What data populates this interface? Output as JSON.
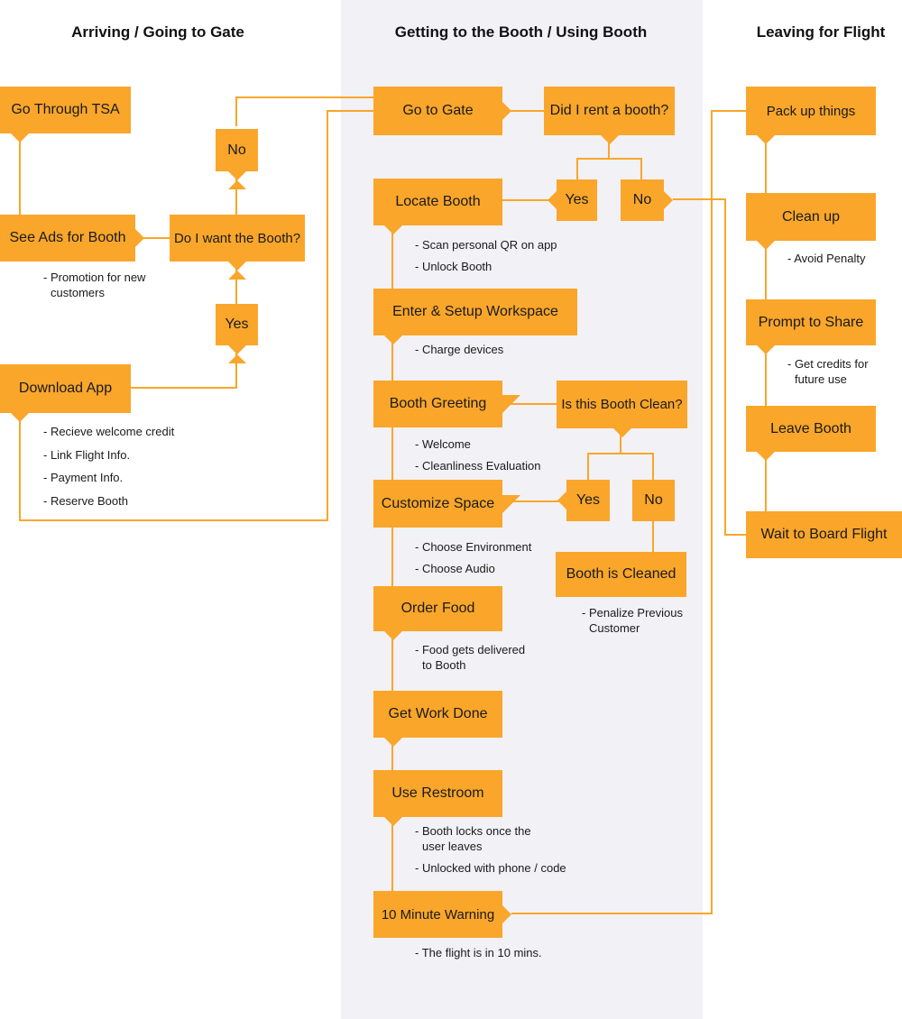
{
  "lanes": {
    "arriving": "Arriving / Going to Gate",
    "booth": "Getting to the Booth / Using Booth",
    "leaving": "Leaving for Flight"
  },
  "nodes": {
    "tsa": "Go Through TSA",
    "see_ads": "See Ads for Booth",
    "want_booth": "Do I want the Booth?",
    "no_want": "No",
    "yes_want": "Yes",
    "download_app": "Download App",
    "go_gate": "Go to Gate",
    "rented": "Did I rent a booth?",
    "yes_rented": "Yes",
    "no_rented": "No",
    "locate": "Locate Booth",
    "enter": "Enter & Setup Workspace",
    "greeting": "Booth Greeting",
    "clean_q": "Is this Booth Clean?",
    "yes_clean": "Yes",
    "no_clean": "No",
    "customize": "Customize Space",
    "cleaned": "Booth is Cleaned",
    "order": "Order Food",
    "work": "Get Work Done",
    "restroom": "Use Restroom",
    "warning": "10 Minute Warning",
    "pack": "Pack up things",
    "cleanup": "Clean up",
    "share": "Prompt to Share",
    "leave": "Leave Booth",
    "board": "Wait to Board Flight"
  },
  "notes": {
    "ads": [
      "- Promotion for new",
      "customers"
    ],
    "app": [
      "- Recieve welcome credit",
      "- Link Flight Info.",
      "- Payment Info.",
      "- Reserve Booth"
    ],
    "locate": [
      "- Scan personal QR on app",
      "- Unlock Booth"
    ],
    "enter": [
      "- Charge devices"
    ],
    "greeting": [
      "- Welcome",
      "- Cleanliness Evaluation"
    ],
    "customize": [
      "- Choose Environment",
      "- Choose Audio"
    ],
    "cleaned": [
      "- Penalize Previous",
      "Customer"
    ],
    "order": [
      "- Food gets delivered",
      "to Booth"
    ],
    "restroom": [
      "- Booth locks once the",
      "user leaves",
      "- Unlocked with phone / code"
    ],
    "warning": [
      "- The flight is in 10 mins."
    ],
    "cleanup": [
      "- Avoid Penalty"
    ],
    "share": [
      "- Get credits for",
      "future use"
    ]
  },
  "colors": {
    "node_fill": "#f9a62b",
    "connector": "#f9a62b",
    "center_band": "#f2f1f5"
  }
}
